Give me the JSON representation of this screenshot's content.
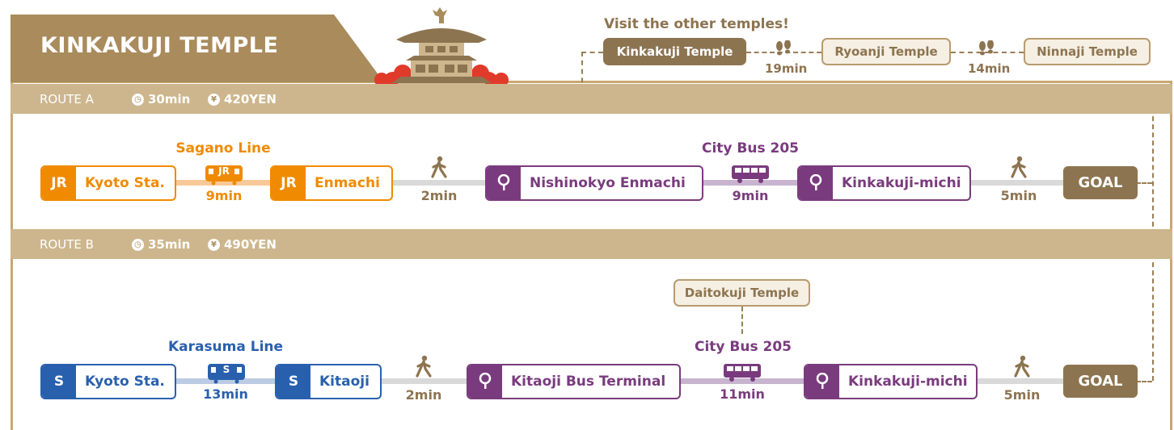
{
  "header": {
    "title": "KINKAKUJI TEMPLE"
  },
  "other_temples": {
    "heading": "Visit the other temples!",
    "temples": [
      "Kinkakuji Temple",
      "Ryoanji Temple",
      "Ninnaji Temple"
    ],
    "durations": [
      "19min",
      "14min"
    ]
  },
  "route_a": {
    "label": "ROUTE A",
    "time": "30min",
    "fare": "420YEN",
    "start": {
      "badge": "JR",
      "name": "Kyoto Sta."
    },
    "line": {
      "name": "Sagano Line",
      "icon_text": "JR",
      "duration": "9min"
    },
    "transfer": {
      "badge": "JR",
      "name": "Enmachi"
    },
    "walk1": "2min",
    "bus_from": "Nishinokyo Enmachi",
    "bus": {
      "name": "City Bus 205",
      "duration": "9min"
    },
    "bus_to": "Kinkakuji-michi",
    "walk2": "5min",
    "goal": "GOAL"
  },
  "route_b": {
    "label": "ROUTE B",
    "time": "35min",
    "fare": "490YEN",
    "start": {
      "badge": "S",
      "name": "Kyoto Sta."
    },
    "line": {
      "name": "Karasuma Line",
      "icon_text": "S",
      "duration": "13min"
    },
    "transfer": {
      "badge": "S",
      "name": "Kitaoji"
    },
    "walk1": "2min",
    "bus_from": "Kitaoji Bus Terminal",
    "bus": {
      "name": "City Bus 205",
      "duration": "11min"
    },
    "bus_to": "Kinkakuji-michi",
    "walk2": "5min",
    "goal": "GOAL",
    "side_temple": "Daitokuji Temple"
  },
  "colors": {
    "jr": "#f08a00",
    "subway": "#2960ae",
    "bus": "#7a3b7e",
    "gold": "#a98b5c",
    "walk": "#8d7450",
    "track": "#d9d9d9"
  }
}
